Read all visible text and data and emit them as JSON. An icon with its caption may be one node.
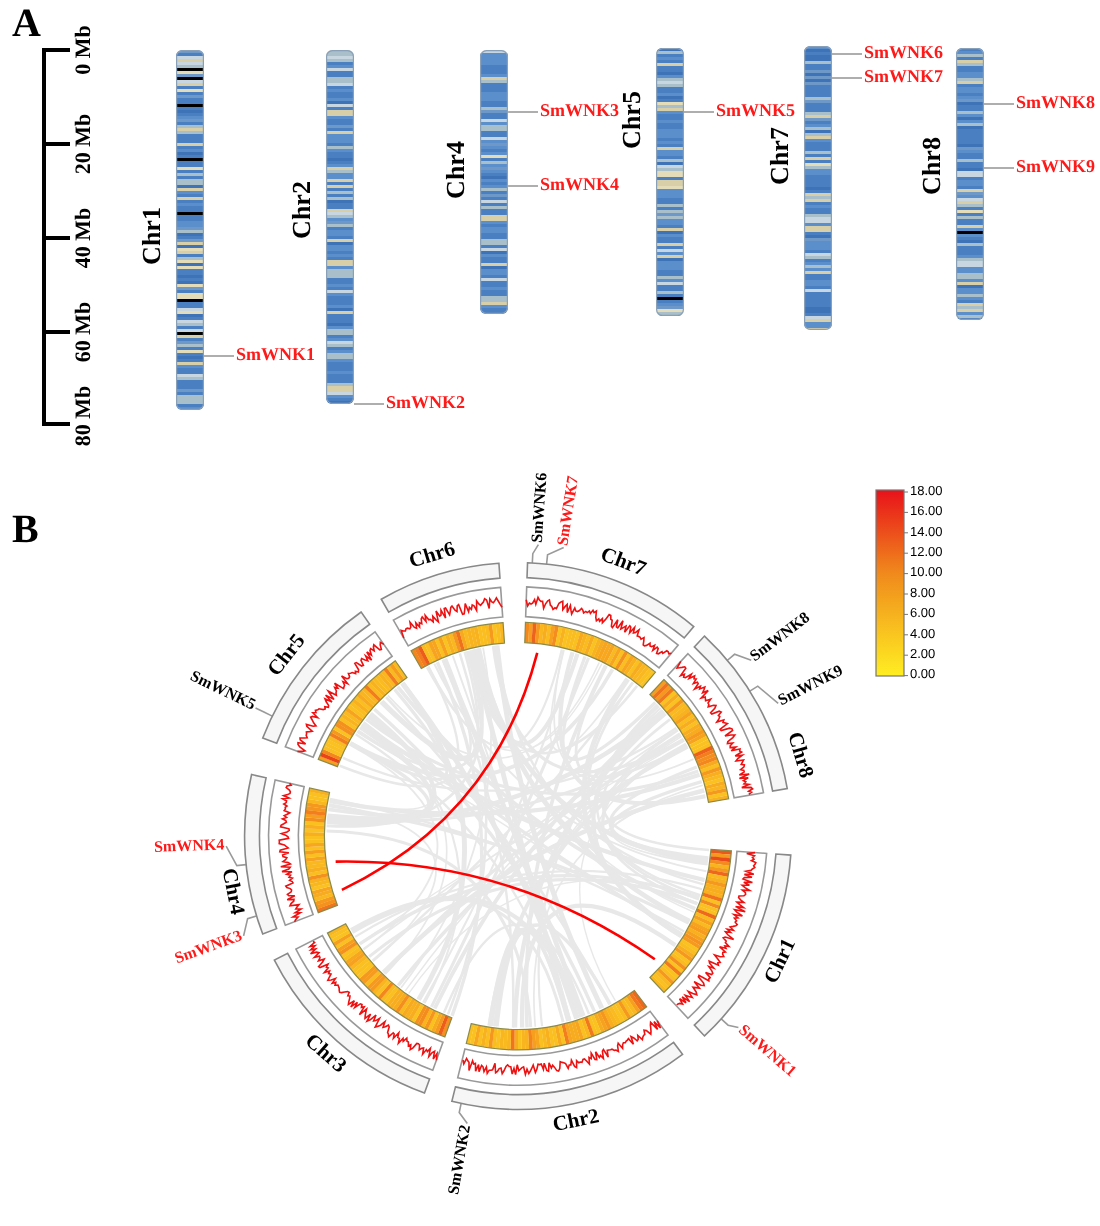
{
  "diagram": {
    "nodes": [
      {
        "text": [
          "Chr1"
        ]
      },
      {
        "text": [
          "Chr2"
        ]
      },
      {
        "text": [
          "Chr4"
        ]
      },
      {
        "text": [
          "Chr5"
        ]
      },
      {
        "text": [
          "Chr7"
        ]
      },
      {
        "text": [
          "Chr8"
        ]
      },
      {
        "text": [
          "SmWNK1"
        ]
      },
      {
        "text": [
          "SmWNK2"
        ]
      },
      {
        "text": [
          "SmWNK3"
        ]
      },
      {
        "text": [
          "SmWNK4"
        ]
      },
      {
        "text": [
          "SmWNK5"
        ]
      },
      {
        "text": [
          "SmWNK6"
        ]
      },
      {
        "text": [
          "SmWNK7"
        ]
      },
      {
        "text": [
          "SmWNK8"
        ]
      },
      {
        "text": [
          "SmWNK9"
        ]
      },
      {
        "text": [
          "Chr1"
        ]
      },
      {
        "text": [
          "Chr2"
        ]
      },
      {
        "text": [
          "Chr3"
        ]
      },
      {
        "text": [
          "Chr4"
        ]
      },
      {
        "text": [
          "Chr5"
        ]
      },
      {
        "text": [
          "Chr6"
        ]
      },
      {
        "text": [
          "Chr7"
        ]
      },
      {
        "text": [
          "Chr8"
        ]
      },
      {
        "text": [
          "SmWNK1"
        ]
      },
      {
        "text": [
          "SmWNK2"
        ]
      },
      {
        "text": [
          "SmWNK3"
        ]
      },
      {
        "text": [
          "SmWNK4"
        ]
      },
      {
        "text": [
          "SmWNK5"
        ]
      },
      {
        "text": [
          "SmWNK6"
        ]
      },
      {
        "text": [
          "SmWNK7"
        ]
      },
      {
        "text": [
          "SmWNK8"
        ]
      },
      {
        "text": [
          "SmWNK9"
        ]
      }
    ],
    "edges": [
      {
        "from": 6,
        "to": 0,
        "arrow": "none"
      },
      {
        "from": 7,
        "to": 1,
        "arrow": "none"
      },
      {
        "from": 8,
        "to": 2,
        "arrow": "none"
      },
      {
        "from": 9,
        "to": 2,
        "arrow": "none"
      },
      {
        "from": 10,
        "to": 3,
        "arrow": "none"
      },
      {
        "from": 11,
        "to": 4,
        "arrow": "none"
      },
      {
        "from": 12,
        "to": 4,
        "arrow": "none"
      },
      {
        "from": 13,
        "to": 5,
        "arrow": "none"
      },
      {
        "from": 14,
        "to": 5,
        "arrow": "none"
      },
      {
        "from": 23,
        "to": 15,
        "arrow": "none"
      },
      {
        "from": 24,
        "to": 16,
        "arrow": "none"
      },
      {
        "from": 25,
        "to": 18,
        "arrow": "none"
      },
      {
        "from": 26,
        "to": 18,
        "arrow": "none"
      },
      {
        "from": 27,
        "to": 19,
        "arrow": "none"
      },
      {
        "from": 28,
        "to": 21,
        "arrow": "none"
      },
      {
        "from": 29,
        "to": 21,
        "arrow": "none"
      },
      {
        "from": 30,
        "to": 22,
        "arrow": "none"
      },
      {
        "from": 31,
        "to": 22,
        "arrow": "none"
      },
      {
        "from": 21,
        "to": 18,
        "arrow": "none",
        "color": "#ff0000"
      },
      {
        "from": 18,
        "to": 15,
        "arrow": "none",
        "color": "#ff0000"
      }
    ],
    "labels": [
      "A",
      "0 Mb",
      "20 Mb",
      "40 Mb",
      "60 Mb",
      "80 Mb",
      "B",
      "18.00",
      "16.00",
      "14.00",
      "12.00",
      "10.00",
      "8.00",
      "6.00",
      "4.00",
      "2.00",
      "0.00"
    ]
  }
}
